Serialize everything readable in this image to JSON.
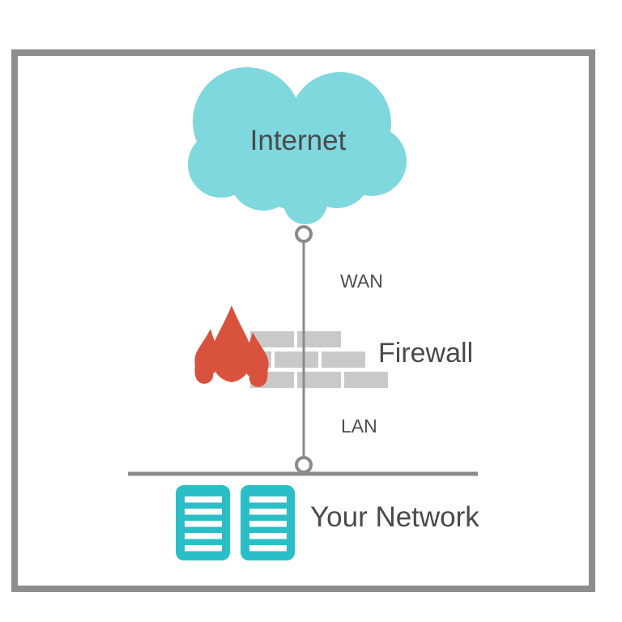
{
  "diagram": {
    "internet_label": "Internet",
    "wan_label": "WAN",
    "firewall_label": "Firewall",
    "lan_label": "LAN",
    "network_label": "Your Network",
    "colors": {
      "cloud": "#7ed8dd",
      "flame": "#d9523d",
      "brick": "#c9c9c9",
      "server": "#2abfc7",
      "server_stripe": "#ffffff",
      "line": "#8a8a8a",
      "frame": "#8d8d8d",
      "text": "#4a4a4a"
    }
  }
}
